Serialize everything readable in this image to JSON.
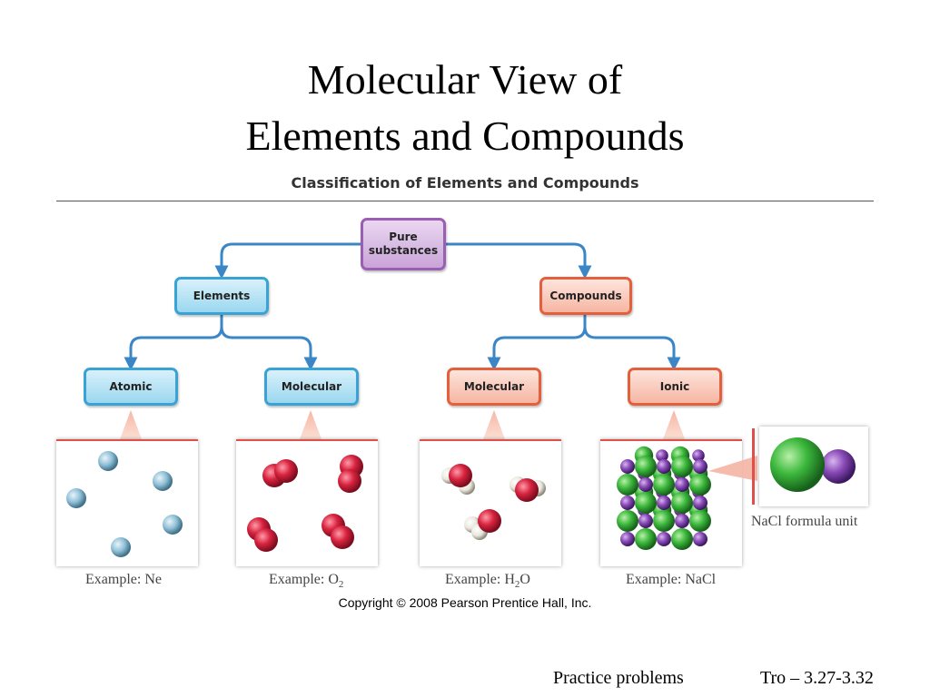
{
  "title": {
    "line1": "Molecular View of",
    "line2": "Elements and Compounds"
  },
  "figure": {
    "heading": "Classification of Elements and Compounds",
    "nodes": {
      "root": {
        "line1": "Pure",
        "line2": "substances"
      },
      "elements": "Elements",
      "compounds": "Compounds",
      "atomic": "Atomic",
      "molecular_element": "Molecular",
      "molecular_compound": "Molecular",
      "ionic": "Ionic"
    },
    "examples": {
      "ne": "Example: Ne",
      "o2_prefix": "Example: O",
      "o2_sub": "2",
      "h2o_prefix": "Example: H",
      "h2o_sub": "2",
      "h2o_suffix": "O",
      "nacl": "Example: NaCl"
    },
    "inset_caption": "NaCl formula unit",
    "copyright": "Copyright © 2008 Pearson Prentice Hall, Inc.",
    "colors": {
      "elements_accent": "#3aa3d6",
      "compounds_accent": "#e4603d",
      "root_accent": "#9a5fb2",
      "neon": "#8fbfd6",
      "oxygen": "#d8233f",
      "hydrogen": "#e8e6dc",
      "chlorine": "#3cb83c",
      "sodium": "#8a4bb8"
    }
  },
  "footer": {
    "practice": "Practice problems",
    "reference": "Tro – 3.27-3.32"
  }
}
